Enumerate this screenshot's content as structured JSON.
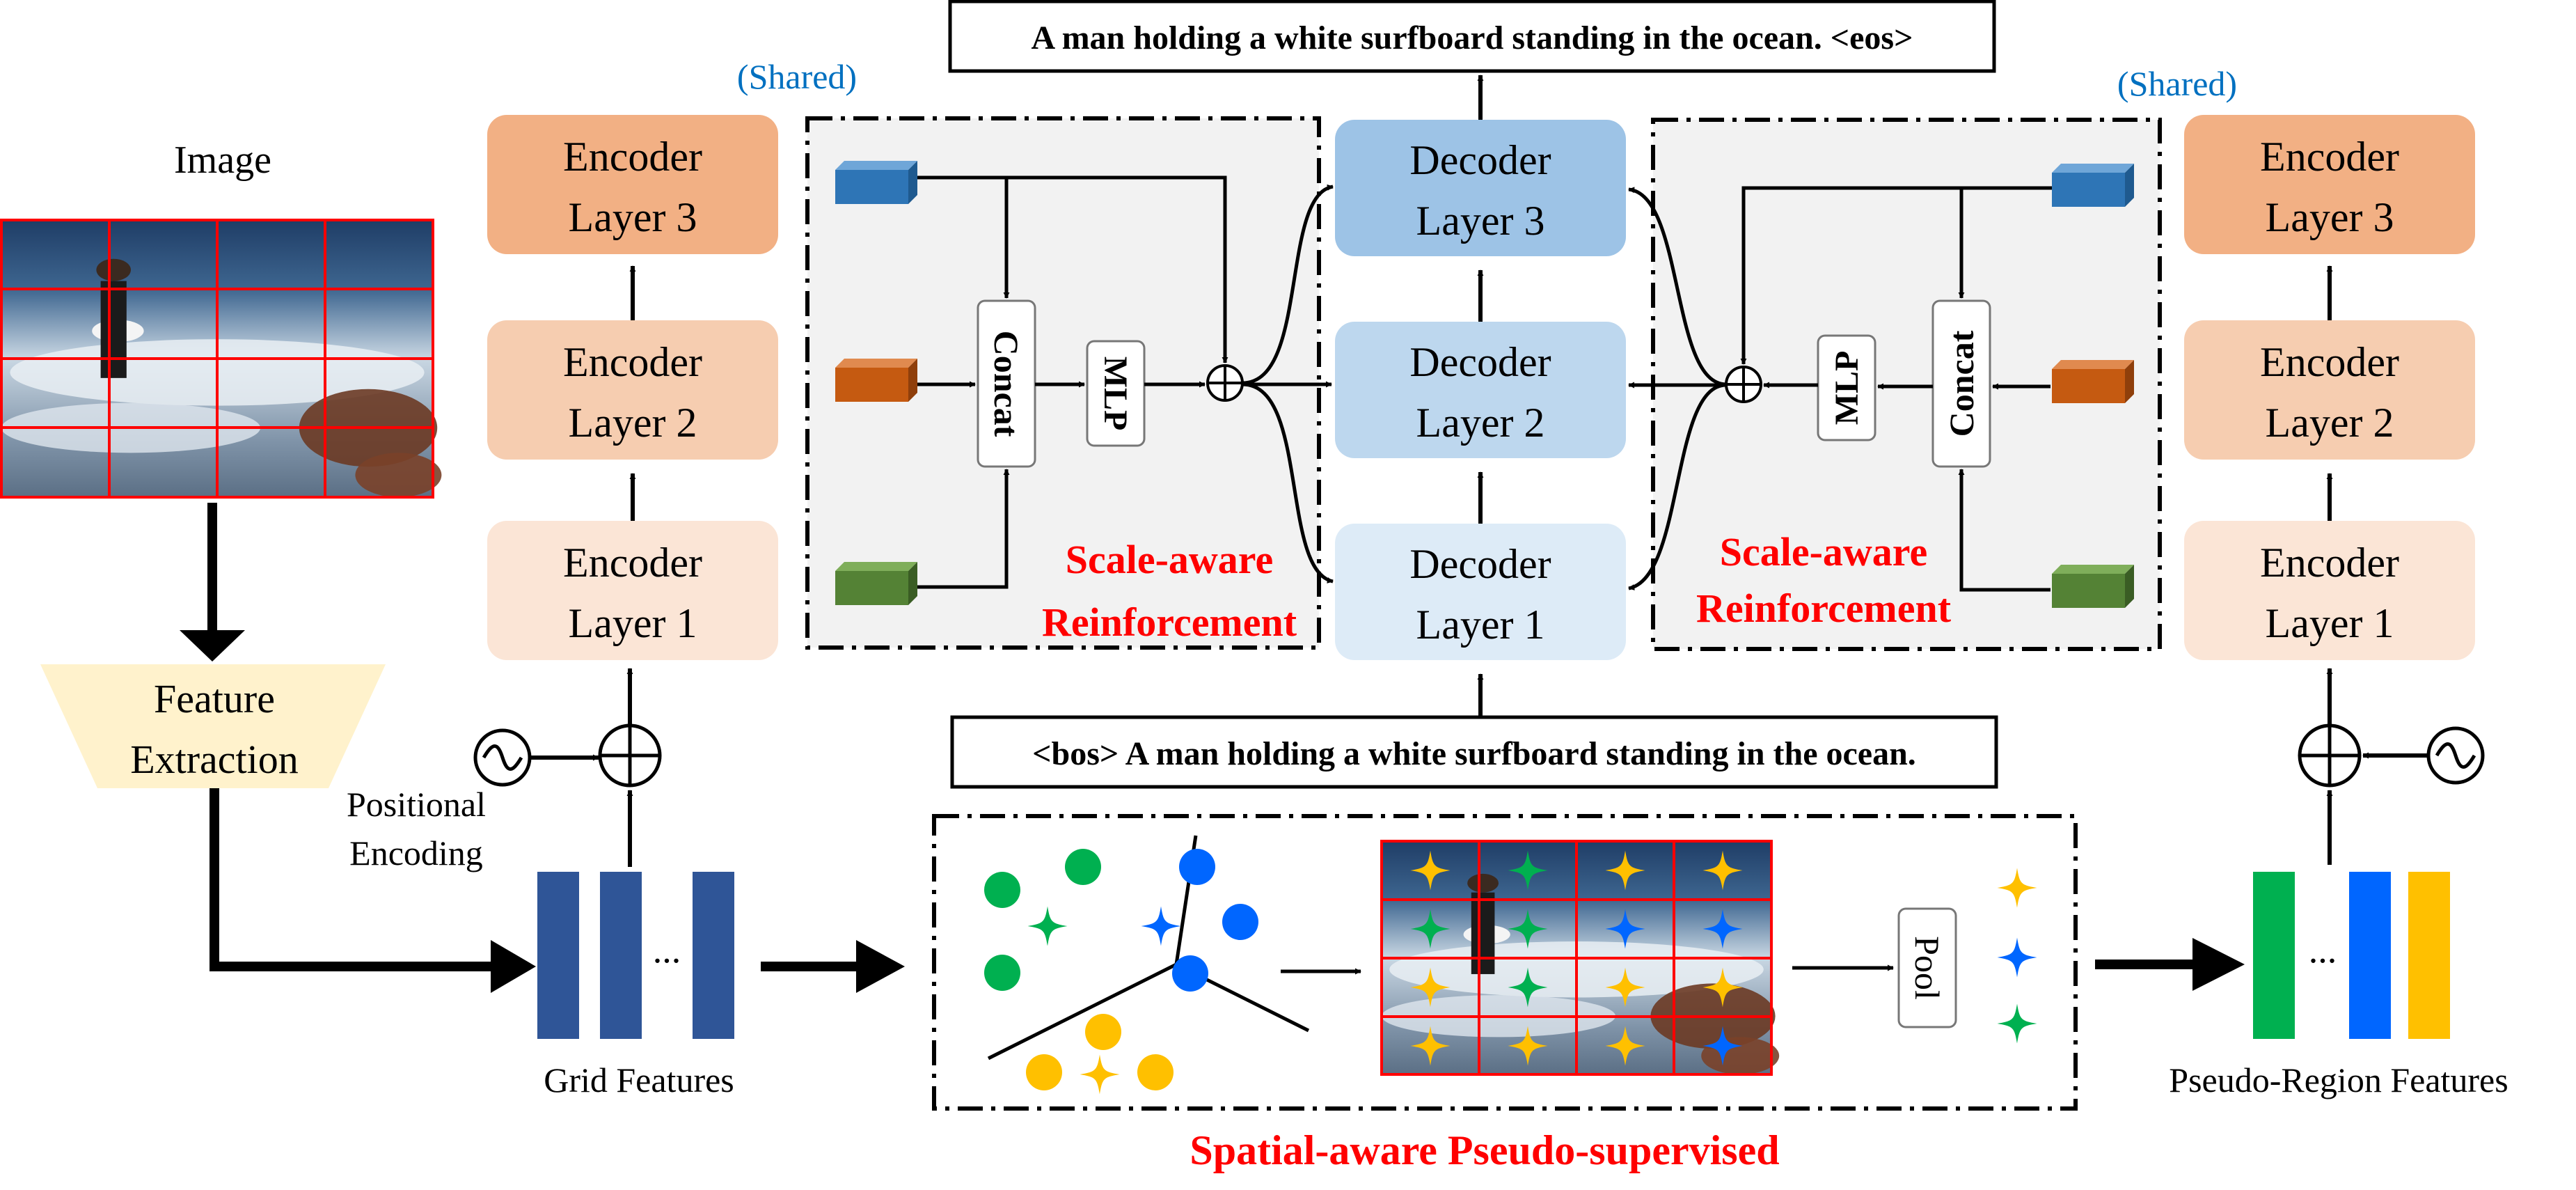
{
  "image_label": "Image",
  "feature_extraction": {
    "line1": "Feature",
    "line2": "Extraction"
  },
  "positional_encoding": {
    "line1": "Positional",
    "line2": "Encoding"
  },
  "grid_features_label": "Grid Features",
  "ellipsis": "...",
  "shared_label": "(Shared)",
  "left_encoder": {
    "layer3": [
      "Encoder",
      "Layer 3"
    ],
    "layer2": [
      "Encoder",
      "Layer 2"
    ],
    "layer1": [
      "Encoder",
      "Layer 1"
    ]
  },
  "right_encoder": {
    "layer3": [
      "Encoder",
      "Layer 3"
    ],
    "layer2": [
      "Encoder",
      "Layer 2"
    ],
    "layer1": [
      "Encoder",
      "Layer 1"
    ]
  },
  "decoder": {
    "layer3": [
      "Decoder",
      "Layer 3"
    ],
    "layer2": [
      "Decoder",
      "Layer 2"
    ],
    "layer1": [
      "Decoder",
      "Layer 1"
    ]
  },
  "output_sentence": "A man holding a white surfboard standing in the ocean. <eos>",
  "input_sentence": "<bos> A man holding a white surfboard standing in the ocean.",
  "concat_label": "Concat",
  "mlp_label": "MLP",
  "sar_label": {
    "line1": "Scale-aware",
    "line2": "Reinforcement"
  },
  "pool_label": "Pool",
  "spatial_label": "Spatial-aware Pseudo-supervised",
  "pseudo_region_label": "Pseudo-Region Features",
  "colors": {
    "enc3": "#f2b084",
    "enc2": "#f6cdb0",
    "enc1": "#fbe5d6",
    "dec3": "#9dc3e6",
    "dec2": "#bdd7ee",
    "dec1": "#ddebf7",
    "feature_box": "#fff2cc",
    "panel": "#f2f2f2",
    "grid_feature": "#2f5597",
    "highlight_red": "#ff0000",
    "shared_blue": "#0070c0",
    "cube_blue": "#2e75b6",
    "cube_orange": "#c55a11",
    "cube_green": "#548235",
    "region_green": "#00b050",
    "region_blue": "#0066ff",
    "region_yellow": "#ffc000"
  }
}
